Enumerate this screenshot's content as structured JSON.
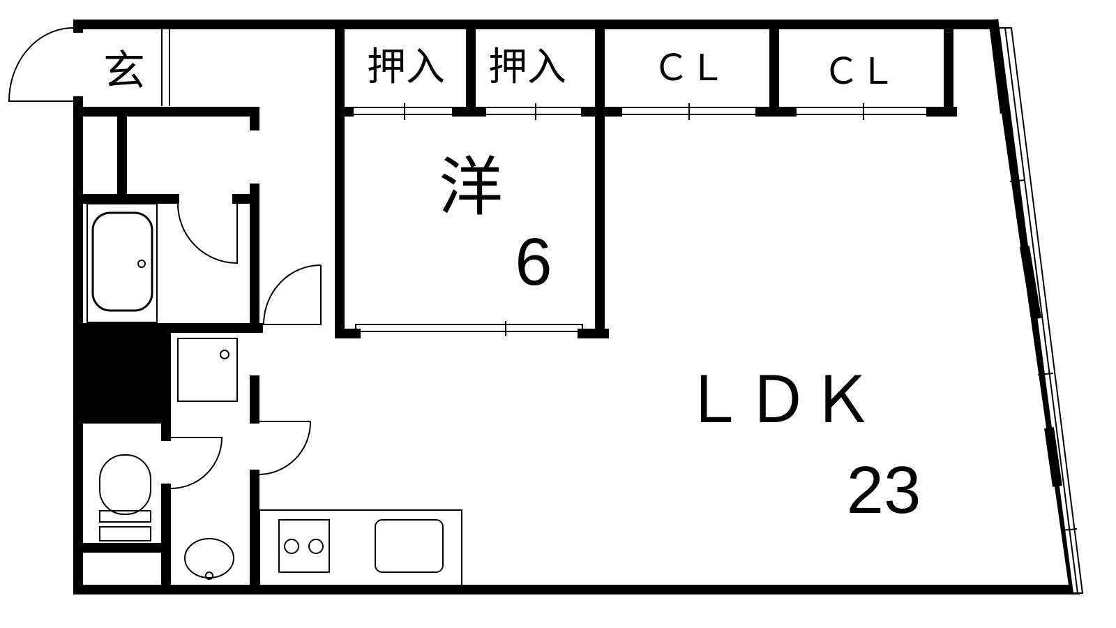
{
  "floor_plan": {
    "rooms": {
      "entrance": {
        "label": "玄"
      },
      "closet_1": {
        "label": "押入"
      },
      "closet_2": {
        "label": "押入"
      },
      "closet_3": {
        "label": "ＣＬ"
      },
      "closet_4": {
        "label": "ＣＬ"
      },
      "western_room": {
        "label": "洋",
        "size": "6"
      },
      "ldk": {
        "label": "ＬＤＫ",
        "size": "23"
      }
    }
  }
}
